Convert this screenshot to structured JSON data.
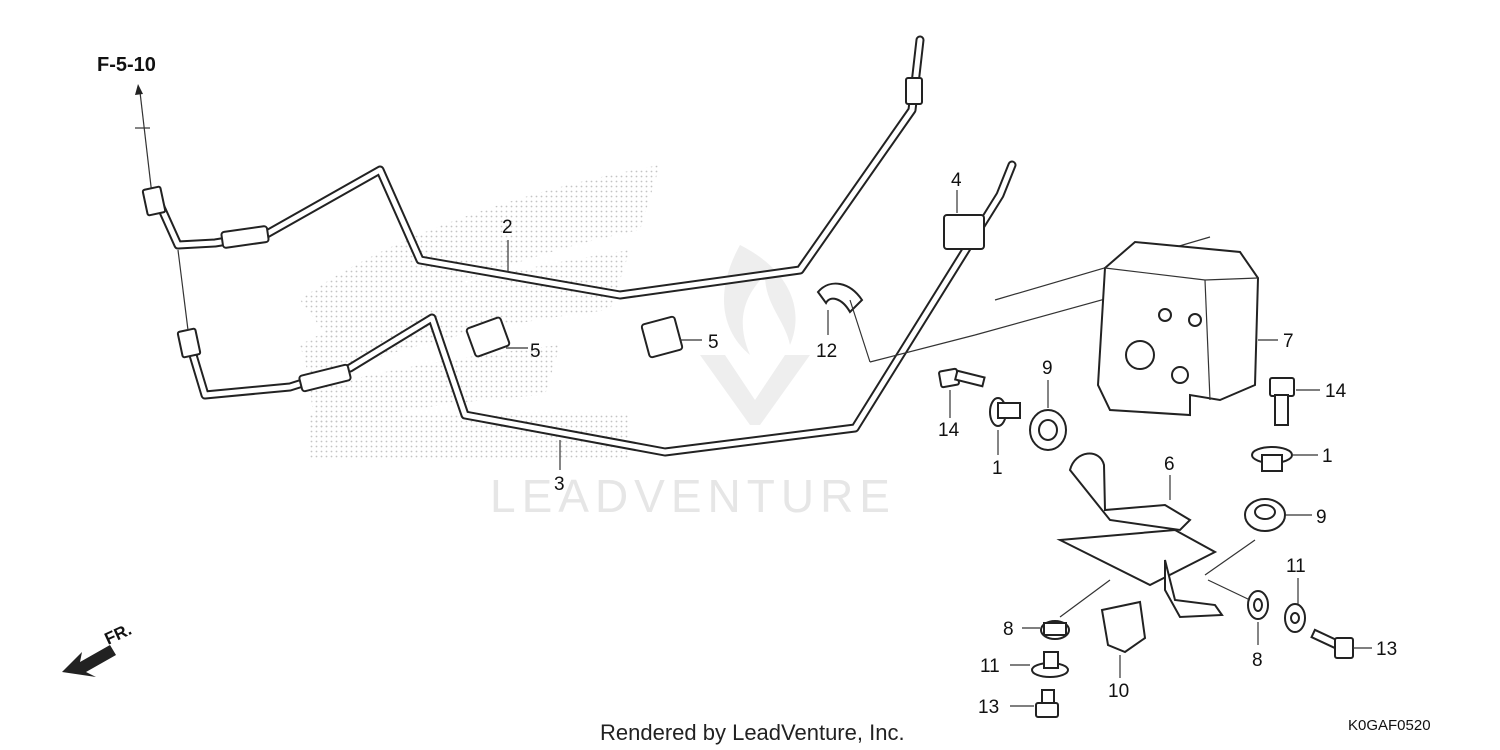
{
  "diagram": {
    "ref_label": "F-5-10",
    "front_label": "FR.",
    "watermark": "LEADVENTURE",
    "footer": "Rendered by LeadVenture, Inc.",
    "diagram_code": "K0GAF0520",
    "callouts": {
      "c1a": "1",
      "c1b": "1",
      "c2": "2",
      "c3": "3",
      "c4": "4",
      "c5a": "5",
      "c5b": "5",
      "c6": "6",
      "c7": "7",
      "c8a": "8",
      "c8b": "8",
      "c9a": "9",
      "c9b": "9",
      "c10": "10",
      "c11a": "11",
      "c11b": "11",
      "c12": "12",
      "c13a": "13",
      "c13b": "13",
      "c14a": "14",
      "c14b": "14"
    }
  }
}
